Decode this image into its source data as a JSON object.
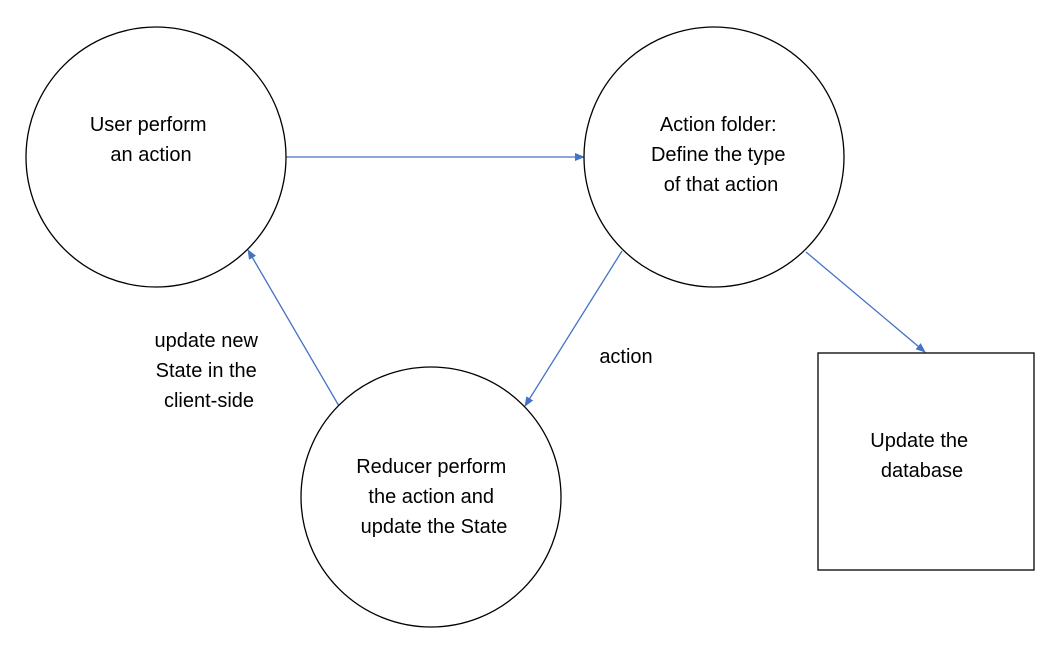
{
  "colors": {
    "shape_stroke": "#000000",
    "arrow": "#4472C4",
    "text": "#000000",
    "background": "#ffffff"
  },
  "nodes": {
    "user": {
      "shape": "circle",
      "lines": [
        "User perform",
        "an action"
      ]
    },
    "action_folder": {
      "shape": "circle",
      "lines": [
        "Action folder:",
        "Define the type",
        "of that action"
      ]
    },
    "reducer": {
      "shape": "circle",
      "lines": [
        "Reducer perform",
        "the action and",
        "update the State"
      ]
    },
    "database": {
      "shape": "rectangle",
      "lines": [
        "Update the",
        "database"
      ]
    }
  },
  "edges": {
    "user_to_action": {
      "from": "user",
      "to": "action_folder",
      "label": []
    },
    "action_to_reducer": {
      "from": "action_folder",
      "to": "reducer",
      "label": [
        "action"
      ]
    },
    "reducer_to_user": {
      "from": "reducer",
      "to": "user",
      "label": [
        "update new",
        "State in the",
        "client-side"
      ]
    },
    "action_to_database": {
      "from": "action_folder",
      "to": "database",
      "label": []
    }
  }
}
